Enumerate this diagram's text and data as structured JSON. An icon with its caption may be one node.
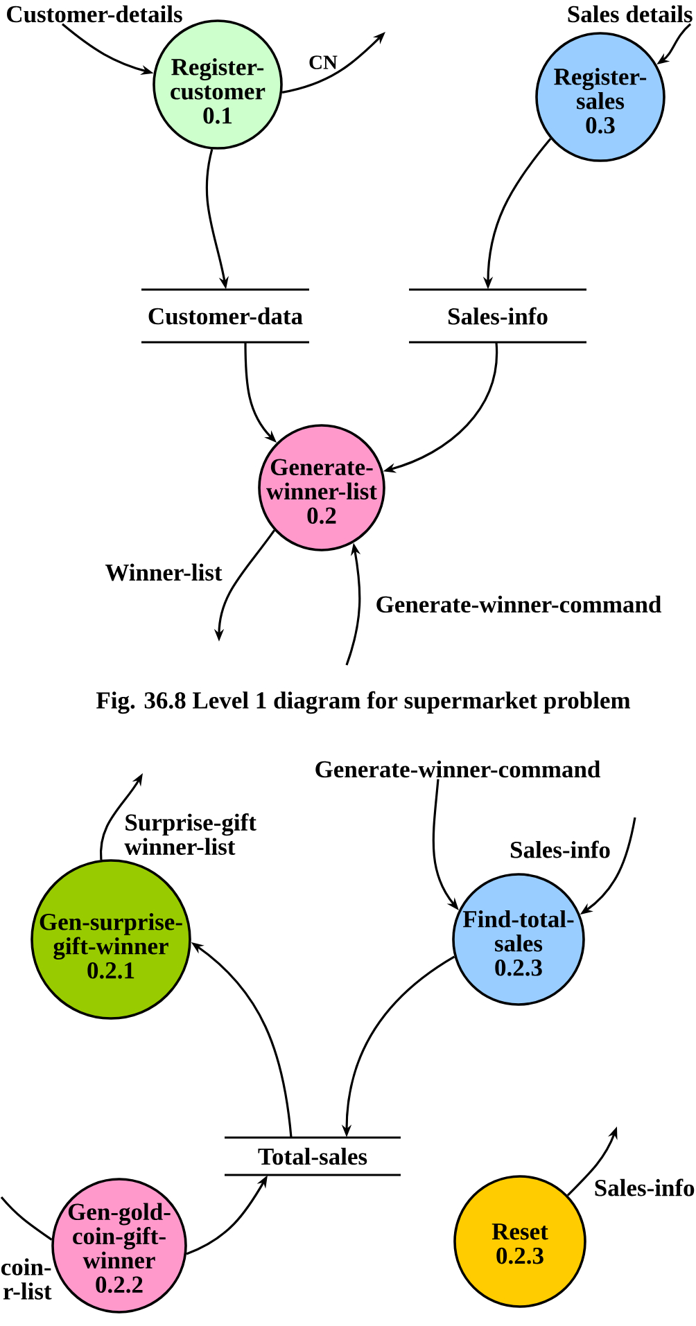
{
  "diagram": {
    "caption": "Fig. 36.8 Level 1 diagram for supermarket problem",
    "nodes": [
      {
        "text": [
          "Customer-details"
        ]
      },
      {
        "text": [
          "Register- customer",
          "0.1"
        ]
      },
      {
        "text": [
          "Sales details"
        ]
      },
      {
        "text": [
          "Register- sales",
          "0.3"
        ]
      },
      {
        "text": [
          "Customer-data"
        ]
      },
      {
        "text": [
          "Sales-info"
        ]
      },
      {
        "text": [
          "Generate- winner-list",
          "0.2"
        ]
      },
      {
        "text": [
          "Generate-winner-command"
        ]
      },
      {
        "text": [
          "Gen-surprise- gift-winner",
          "0.2.1"
        ]
      },
      {
        "text": [
          "Find-total- sales",
          "0.2.3"
        ]
      },
      {
        "text": [
          "Total-sales"
        ]
      },
      {
        "text": [
          "Gen-gold- coin-gift- winner",
          "0.2.2"
        ]
      },
      {
        "text": [
          "Reset",
          "0.2.3"
        ]
      }
    ],
    "edges": [
      {
        "from": 0,
        "to": 1,
        "arrow": "to"
      },
      {
        "from": 1,
        "to": null,
        "arrow": "to",
        "label": "CN"
      },
      {
        "from": 1,
        "to": 4,
        "arrow": "to"
      },
      {
        "from": 2,
        "to": 3,
        "arrow": "to"
      },
      {
        "from": 3,
        "to": 5,
        "arrow": "to"
      },
      {
        "from": 4,
        "to": 6,
        "arrow": "to"
      },
      {
        "from": 5,
        "to": 6,
        "arrow": "to"
      },
      {
        "from": 6,
        "to": null,
        "arrow": "to",
        "label": "Winner-list"
      },
      {
        "from": null,
        "to": 6,
        "arrow": "to",
        "label": "Generate-winner-command"
      },
      {
        "from": 7,
        "to": 9,
        "arrow": "to"
      },
      {
        "from": null,
        "to": 9,
        "arrow": "to",
        "label": "Sales-info"
      },
      {
        "from": 8,
        "to": null,
        "arrow": "to",
        "label": "Surprise-gift winner-list"
      },
      {
        "from": 9,
        "to": 10,
        "arrow": "to"
      },
      {
        "from": 10,
        "to": 8,
        "arrow": "to"
      },
      {
        "from": 11,
        "to": 10,
        "arrow": "to"
      },
      {
        "from": 11,
        "to": null,
        "arrow": "none",
        "label": "coin- r-list"
      },
      {
        "from": 12,
        "to": null,
        "arrow": "to",
        "label": "Sales-info"
      }
    ]
  }
}
